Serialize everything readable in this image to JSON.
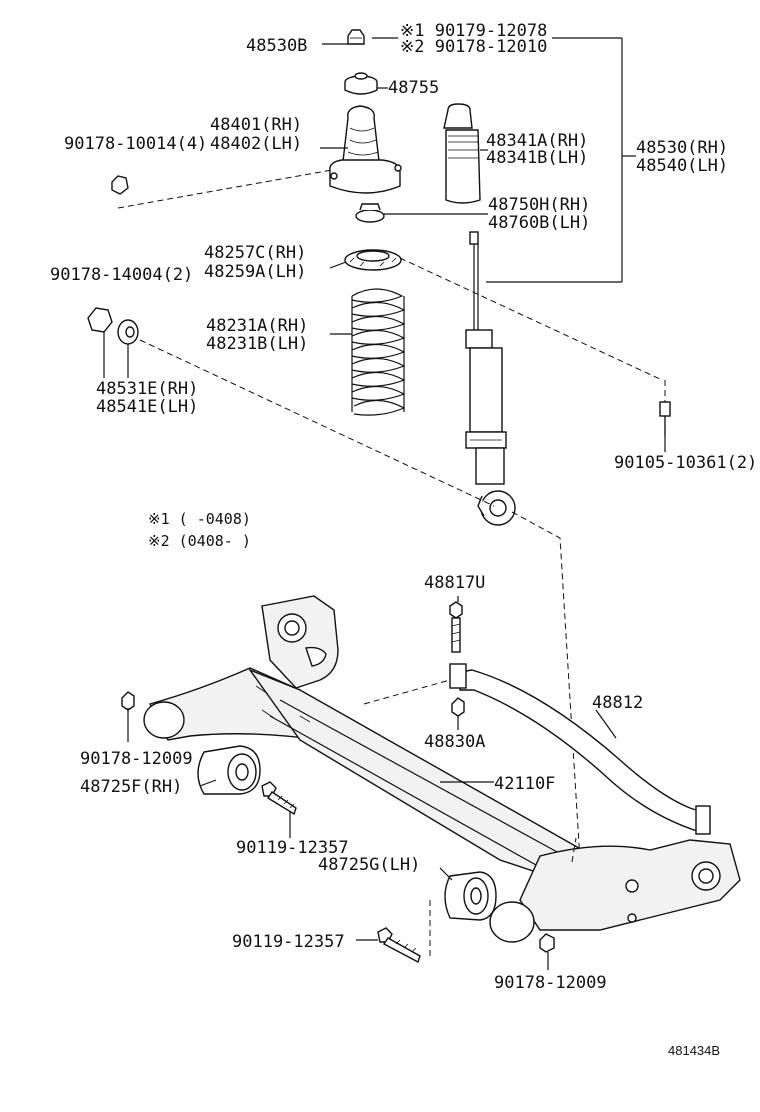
{
  "diagram": {
    "labels": {
      "note1_code": "※1 90179-12078",
      "note2_code": "※2 90178-12010",
      "p48530B": "48530B",
      "p48755": "48755",
      "p48401": "48401(RH)",
      "p48402": "48402(LH)",
      "p90178_10014": "90178-10014(4)",
      "p48341A": "48341A(RH)",
      "p48341B": "48341B(LH)",
      "p48530": "48530(RH)",
      "p48540": "48540(LH)",
      "p48750H": "48750H(RH)",
      "p48760B": "48760B(LH)",
      "p48257C": "48257C(RH)",
      "p48259A": "48259A(LH)",
      "p90178_14004": "90178-14004(2)",
      "p48231A": "48231A(RH)",
      "p48231B": "48231B(LH)",
      "p48531E": "48531E(RH)",
      "p48541E": "48541E(LH)",
      "p90105_10361": "90105-10361(2)",
      "date1": "※1 (     -0408)",
      "date2": "※2 (0408-     )",
      "p48817U": "48817U",
      "p48812": "48812",
      "p48830A": "48830A",
      "p90178_12009a": "90178-12009",
      "p48725F": "48725F(RH)",
      "p42110F": "42110F",
      "p90119_12357a": "90119-12357",
      "p48725G": "48725G(LH)",
      "p90119_12357b": "90119-12357",
      "p90178_12009b": "90178-12009",
      "ref": "481434B"
    }
  }
}
